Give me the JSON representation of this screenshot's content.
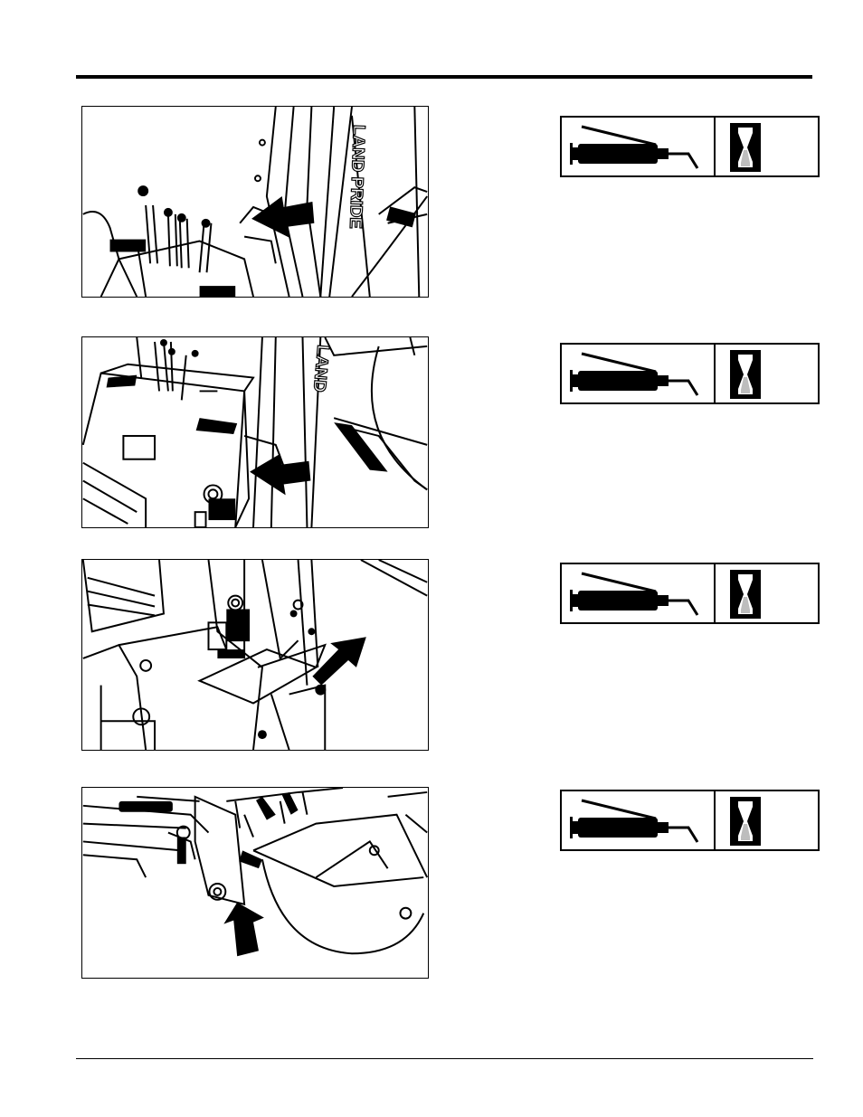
{
  "page": {
    "header_rule": "",
    "footer_rule": ""
  },
  "figures": [
    {
      "id": "fig-1",
      "brand_text": "LAND PRIDE"
    },
    {
      "id": "fig-2",
      "brand_text": "LAND"
    },
    {
      "id": "fig-3",
      "brand_text": ""
    },
    {
      "id": "fig-4",
      "brand_text": ""
    }
  ],
  "lube_symbols": [
    {
      "icon": "grease-gun-icon",
      "interval_icon": "hourglass-icon",
      "interval_shade": "#000000"
    },
    {
      "icon": "grease-gun-icon",
      "interval_icon": "hourglass-icon",
      "interval_shade": "#000000"
    },
    {
      "icon": "grease-gun-icon",
      "interval_icon": "hourglass-icon",
      "interval_shade": "#000000"
    },
    {
      "icon": "grease-gun-icon",
      "interval_icon": "hourglass-icon",
      "interval_shade": "#000000"
    }
  ],
  "colors": {
    "ink": "#000000",
    "paper": "#ffffff",
    "sand": "#bdbdbd"
  }
}
